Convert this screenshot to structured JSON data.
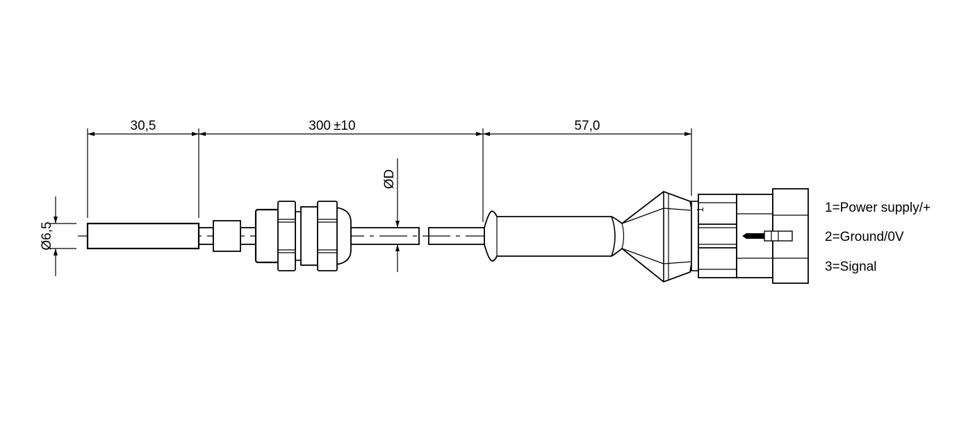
{
  "dimensions": {
    "probe_length": "30,5",
    "cable_length": "300",
    "cable_tolerance": "±10",
    "connector_length": "57,0",
    "probe_diameter": "Ø6,5",
    "cable_diameter": "ØD"
  },
  "connector_marking": "1",
  "pin_assignment": [
    {
      "label": "1=Power supply/+"
    },
    {
      "label": "2=Ground/0V"
    },
    {
      "label": "3=Signal"
    }
  ],
  "colors": {
    "line": "#000000",
    "background": "#ffffff"
  }
}
